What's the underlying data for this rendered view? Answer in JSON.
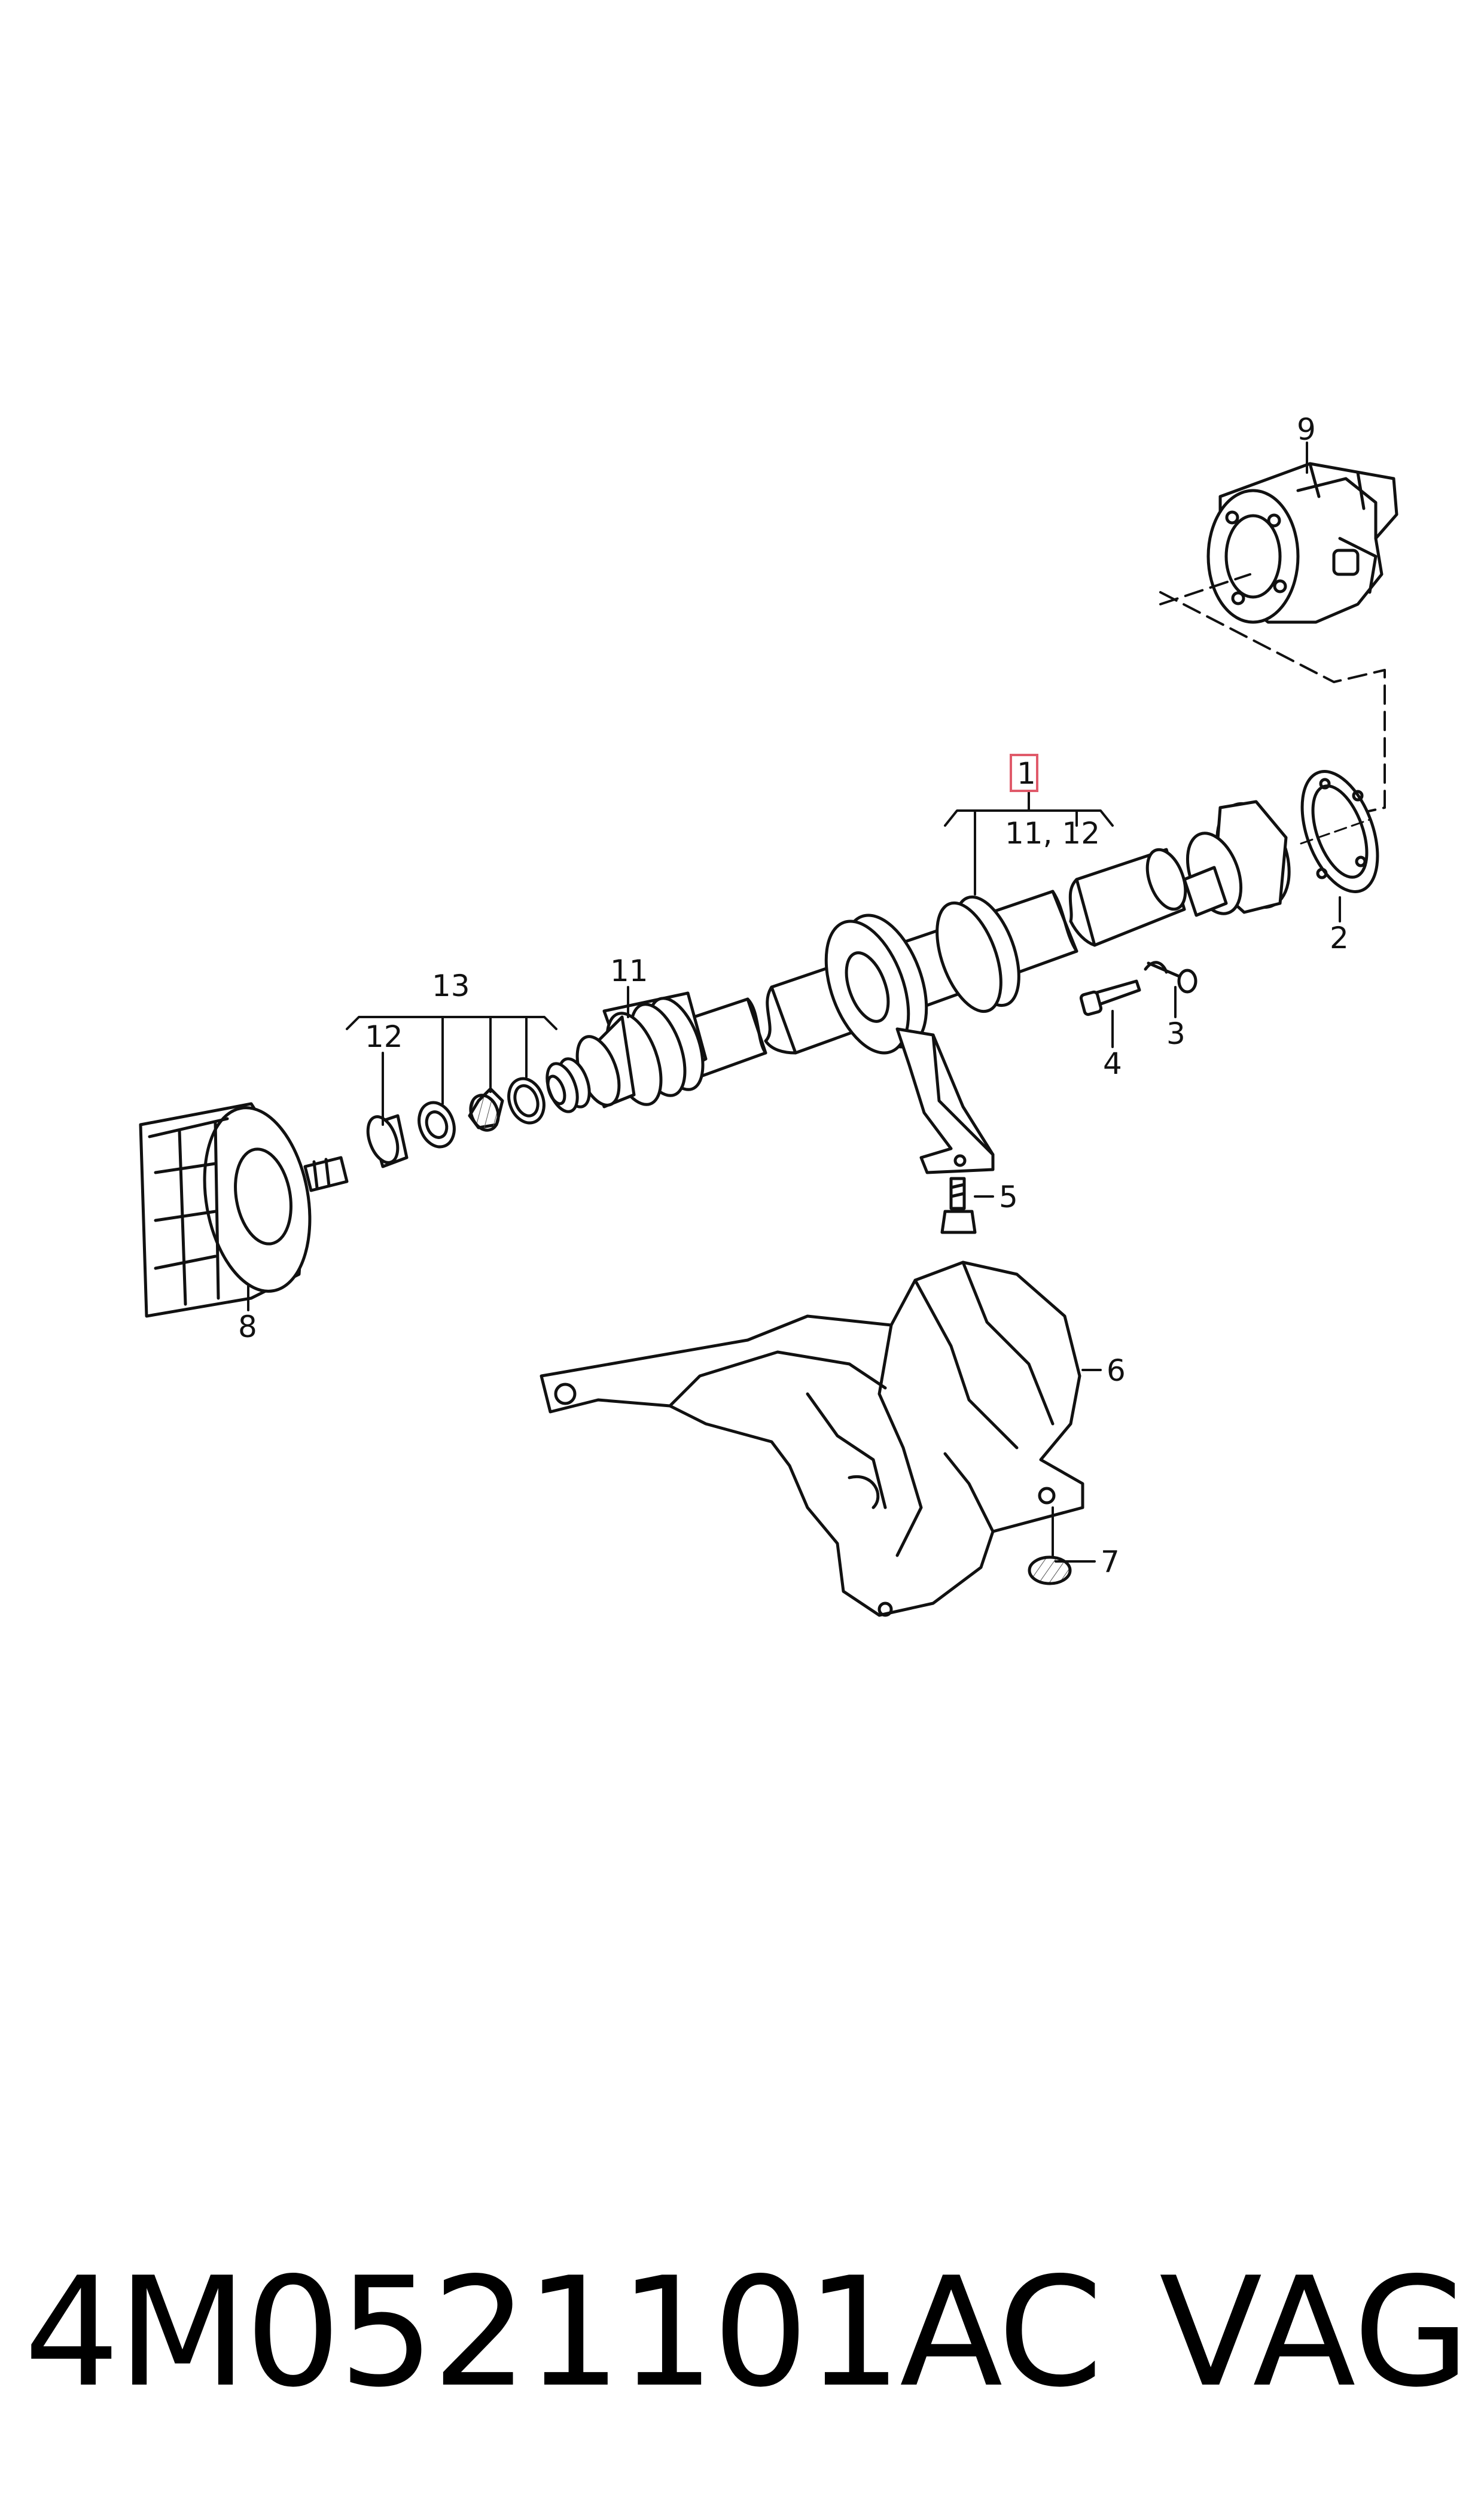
{
  "diagram": {
    "callouts": {
      "c1": "1",
      "c1_sub": "11, 12",
      "c2": "2",
      "c3": "3",
      "c4": "4",
      "c5": "5",
      "c6": "6",
      "c7": "7",
      "c8": "8",
      "c9": "9",
      "c11": "11",
      "c12": "12",
      "c13": "13"
    },
    "highlight_color": "#e05a6a",
    "line_color": "#111111"
  },
  "footer": {
    "part_number": "4M0521101AC",
    "brand": "VAG"
  }
}
